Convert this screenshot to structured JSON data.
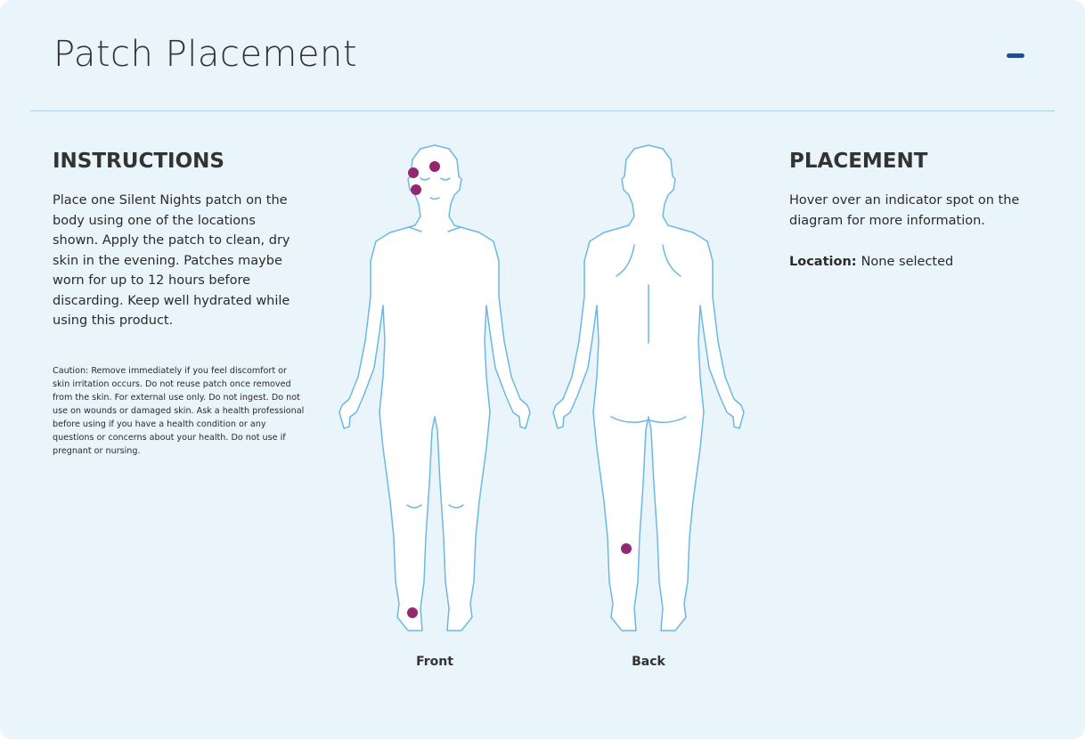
{
  "header": {
    "title": "Patch Placement",
    "collapse_icon": "minus-icon"
  },
  "instructions": {
    "heading": "INSTRUCTIONS",
    "body": "Place one Silent Nights patch on the body using one of the locations shown. Apply the patch to clean, dry skin in the evening. Patches maybe worn for up to 12 hours before discarding. Keep well hydrated while using this product.",
    "caution": "Caution: Remove immediately if you feel discomfort or skin irritation occurs. Do not reuse patch once removed from the skin. For external use only. Do not ingest. Do not use on wounds or damaged skin. Ask a health professional before using if you have a health condition or any questions or concerns about your health. Do not use if pregnant or nursing."
  },
  "diagram": {
    "front_label": "Front",
    "back_label": "Back",
    "outline_color": "#6cb8e3",
    "indicator_color": "#92296f"
  },
  "placement": {
    "heading": "PLACEMENT",
    "body": "Hover over an indicator spot on the diagram for more information.",
    "location_label": "Location:",
    "location_value": "None selected"
  }
}
